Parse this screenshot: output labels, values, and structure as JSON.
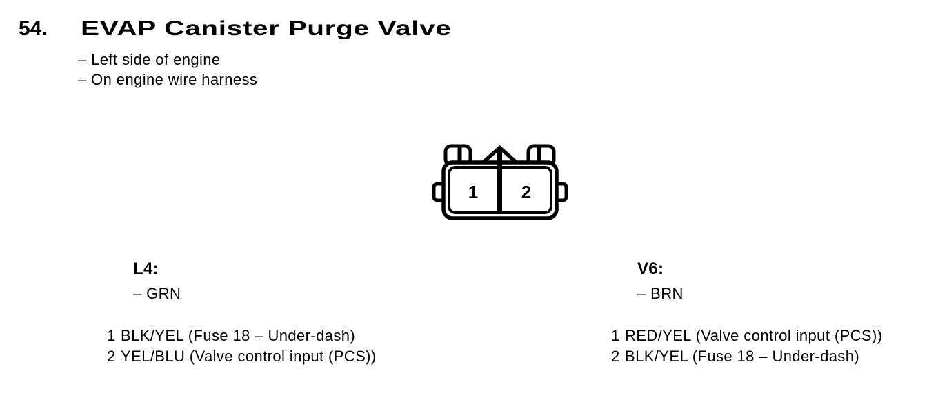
{
  "header": {
    "number": "54.",
    "title": "EVAP Canister Purge Valve",
    "notes": [
      "– Left side of engine",
      "– On engine wire harness"
    ]
  },
  "connector": {
    "pins": [
      "1",
      "2"
    ]
  },
  "variants": [
    {
      "name": "L4:",
      "wire_color": "– GRN",
      "pinout": [
        {
          "pin": "1",
          "desc": "BLK/YEL (Fuse 18 – Under-dash)"
        },
        {
          "pin": "2",
          "desc": "YEL/BLU (Valve control input (PCS))"
        }
      ]
    },
    {
      "name": "V6:",
      "wire_color": "– BRN",
      "pinout": [
        {
          "pin": "1",
          "desc": "RED/YEL (Valve control input (PCS))"
        },
        {
          "pin": "2",
          "desc": "BLK/YEL (Fuse 18 – Under-dash)"
        }
      ]
    }
  ],
  "colors": {
    "ink": "#000000",
    "paper": "#ffffff"
  }
}
